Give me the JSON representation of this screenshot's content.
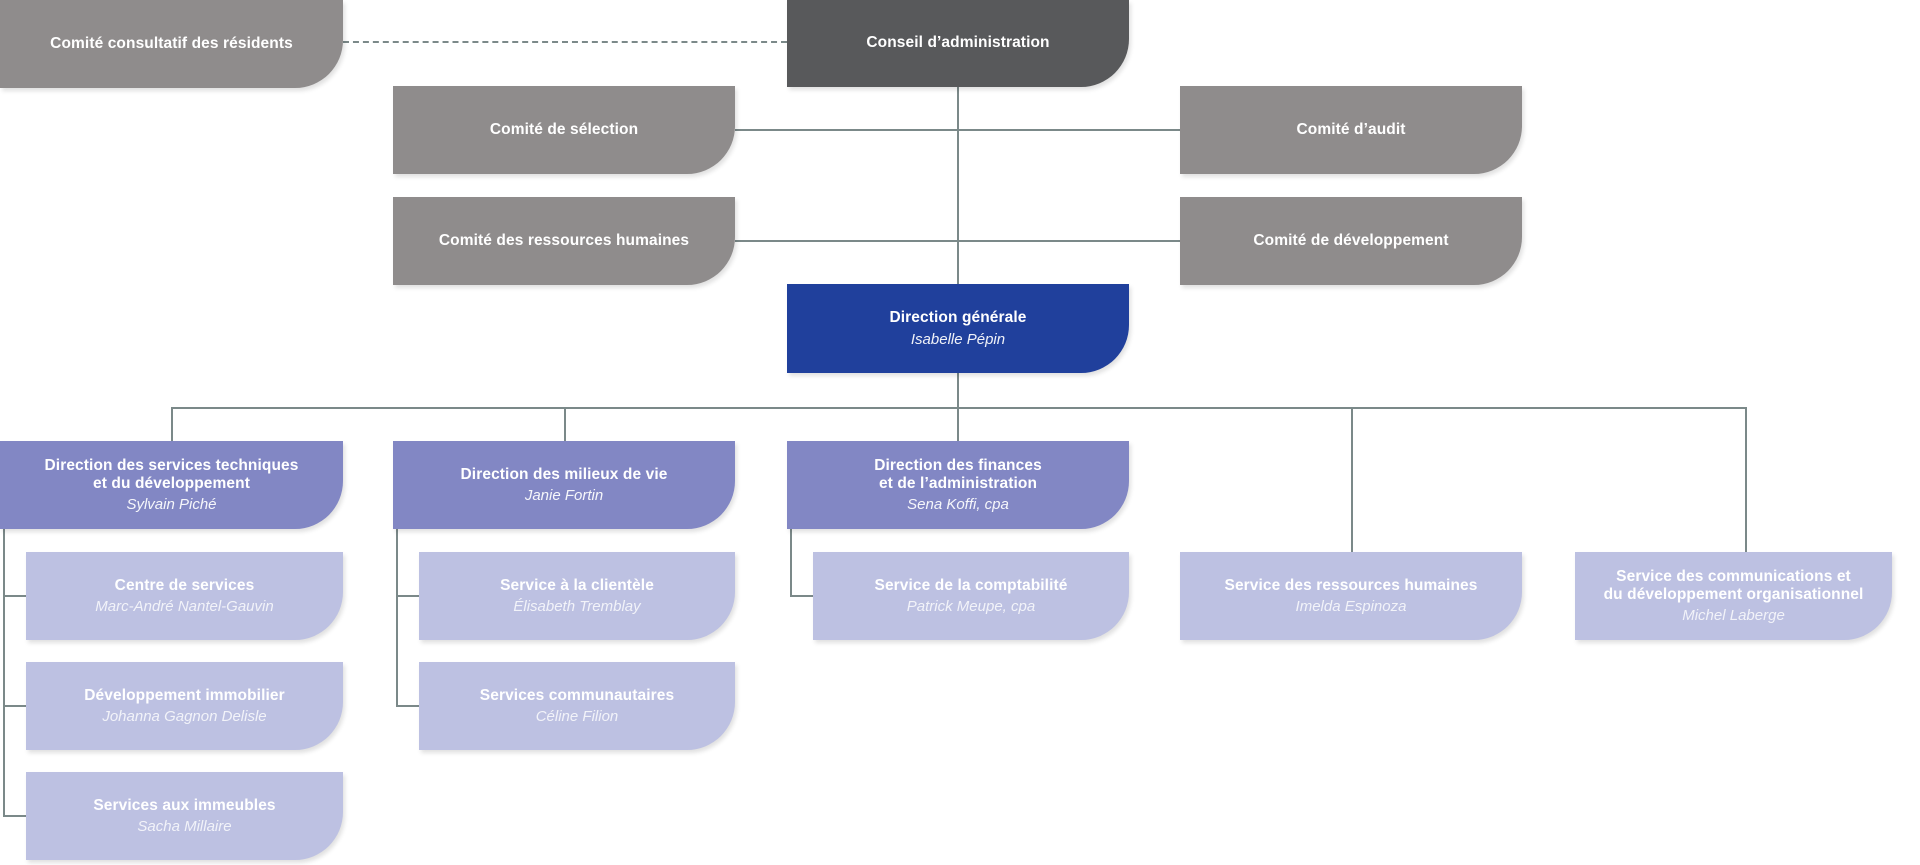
{
  "palette": {
    "dark_gray": "#58595b",
    "gray": "#8f8c8c",
    "blue": "#20409c",
    "purple": "#8287c4",
    "light_purple": "#bdc1e2",
    "connector": "#7b8989",
    "text": "#ffffff"
  },
  "nodes": {
    "consultatif": {
      "title": "Comité consultatif des résidents"
    },
    "conseil": {
      "title": "Conseil d’administration"
    },
    "selection": {
      "title": "Comité de sélection"
    },
    "audit": {
      "title": "Comité d’audit"
    },
    "rh": {
      "title": "Comité des ressources humaines"
    },
    "dev": {
      "title": "Comité de développement"
    },
    "dg": {
      "title": "Direction générale",
      "person": "Isabelle Pépin"
    },
    "dirtech": {
      "title": "Direction des services techniques\net du développement",
      "person": "Sylvain Piché"
    },
    "dirmilieux": {
      "title": "Direction des milieux de vie",
      "person": "Janie Fortin"
    },
    "dirfin": {
      "title": "Direction des finances\net de l’administration",
      "person": "Sena Koffi, cpa"
    },
    "centre": {
      "title": "Centre de services",
      "person": "Marc-André Nantel-Gauvin"
    },
    "clientele": {
      "title": "Service à la clientèle",
      "person": "Élisabeth Tremblay"
    },
    "compta": {
      "title": "Service de la comptabilité",
      "person": "Patrick Meupe, cpa"
    },
    "srh": {
      "title": "Service des ressources humaines",
      "person": "Imelda Espinoza"
    },
    "scomm": {
      "title": "Service des communications et\ndu développement organisationnel",
      "person": "Michel Laberge"
    },
    "immo": {
      "title": "Développement immobilier",
      "person": "Johanna Gagnon Delisle"
    },
    "communautaires": {
      "title": "Services communautaires",
      "person": "Céline Filion"
    },
    "immeubles": {
      "title": "Services aux immeubles",
      "person": "Sacha Millaire"
    }
  }
}
